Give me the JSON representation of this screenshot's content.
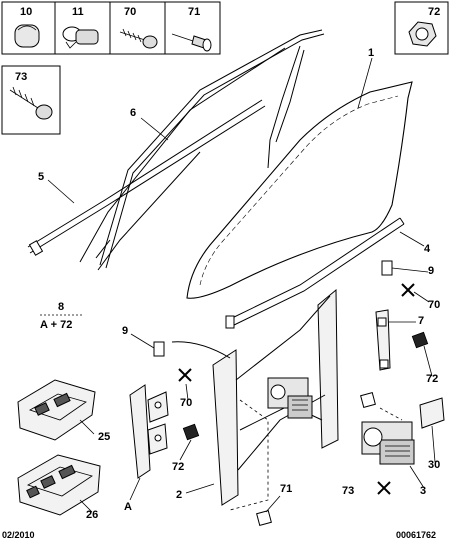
{
  "callout_boxes": [
    {
      "id": "10",
      "label": "10",
      "icon": "push-clip-icon"
    },
    {
      "id": "11",
      "label": "11",
      "icon": "plastic-clip-icon"
    },
    {
      "id": "70",
      "label": "70",
      "icon": "screw-icon"
    },
    {
      "id": "71",
      "label": "71",
      "icon": "rivet-icon"
    },
    {
      "id": "72",
      "label": "72",
      "icon": "hex-nut-icon"
    },
    {
      "id": "73",
      "label": "73",
      "icon": "self-tapping-screw-icon"
    }
  ],
  "part_labels": {
    "p1": "1",
    "p2": "2",
    "p3": "3",
    "p4": "4",
    "p5": "5",
    "p6": "6",
    "p7": "7",
    "p9a": "9",
    "p9b": "9",
    "p25": "25",
    "p26": "26",
    "p30": "30",
    "pA": "A",
    "p70a": "70",
    "p70b": "70",
    "p71": "71",
    "p72a": "72",
    "p72b": "72",
    "p73": "73"
  },
  "fraction": {
    "top": "8",
    "bottom": "A + 72"
  },
  "footer": {
    "date": "02/2010",
    "code": "00061762"
  }
}
